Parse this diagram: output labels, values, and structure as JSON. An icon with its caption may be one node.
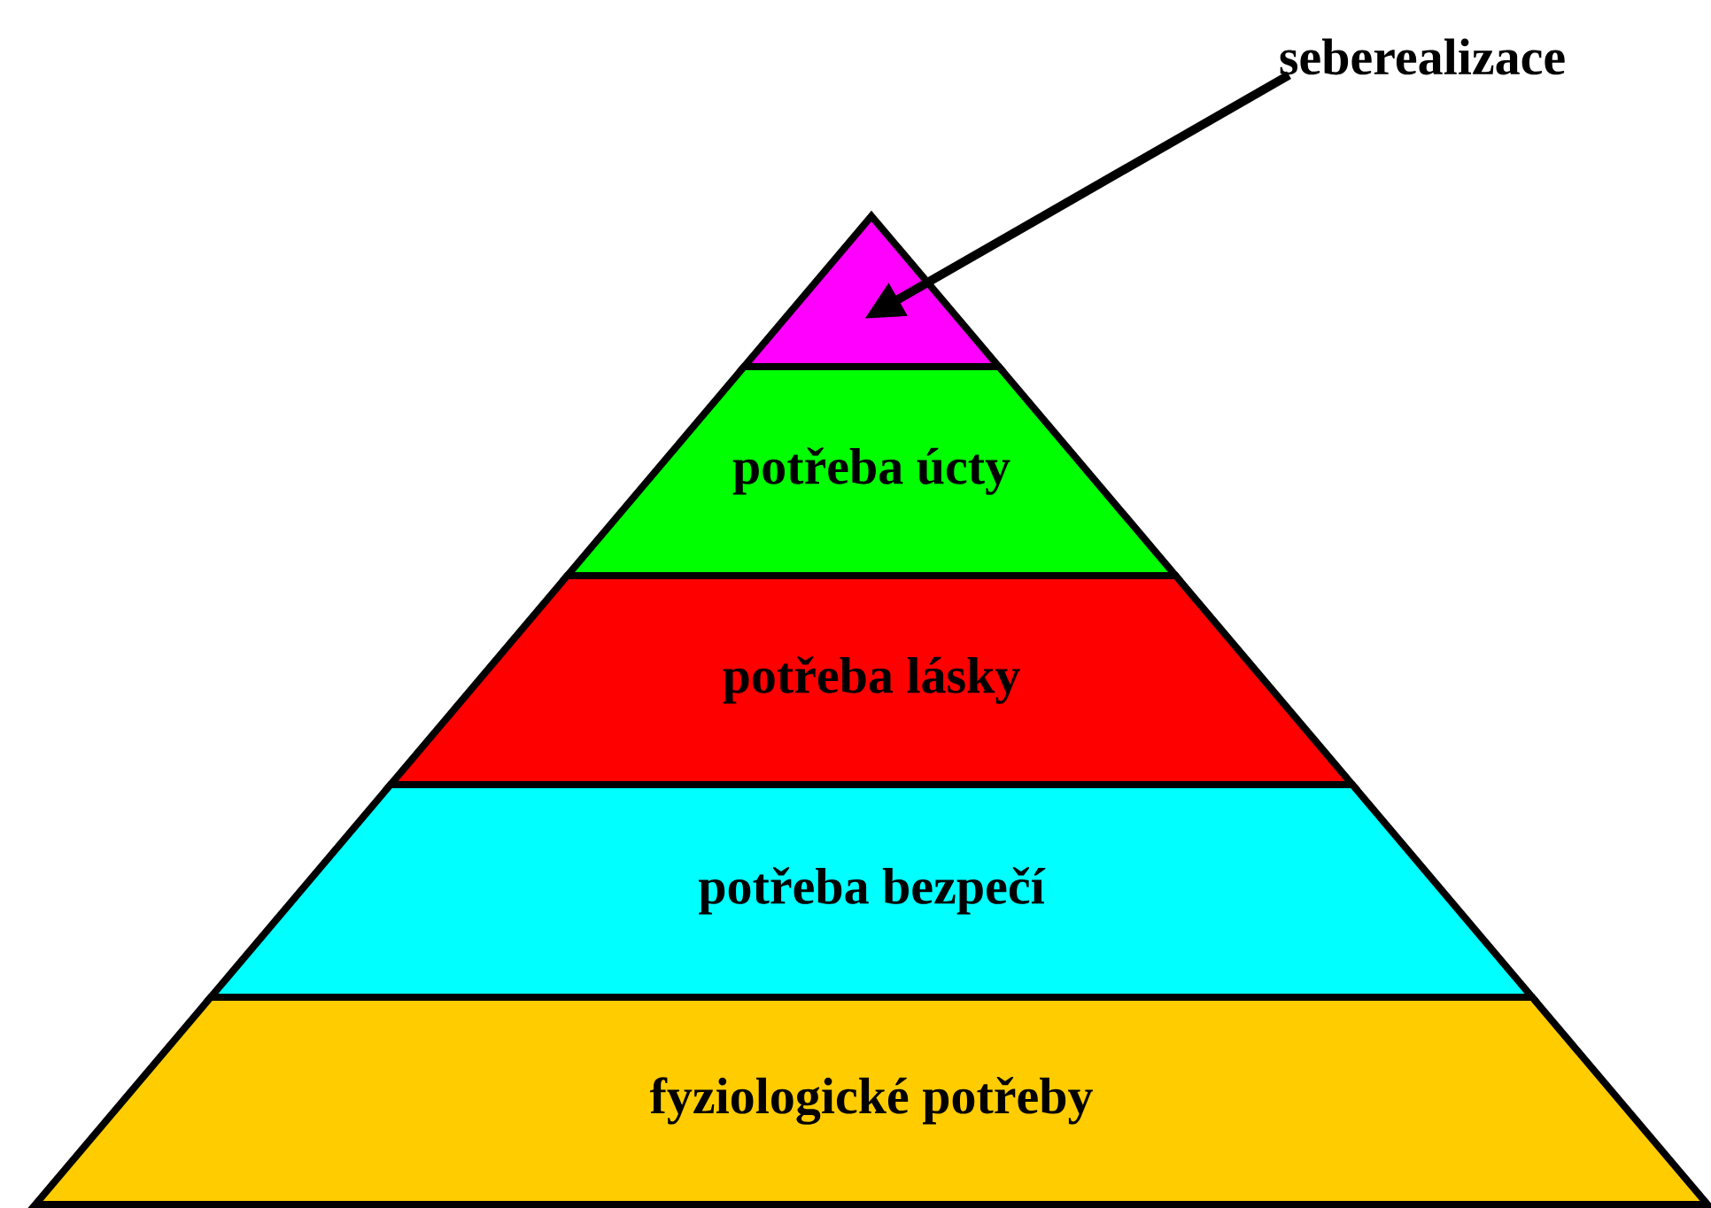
{
  "diagram": {
    "nodes": [
      {
        "text": [
          "seberealizace"
        ]
      },
      {
        "text": [],
        "shape": "triangle"
      },
      {
        "text": [
          "potřeba úcty"
        ]
      },
      {
        "text": [
          "potřeba lásky"
        ]
      },
      {
        "text": [
          "potřeba bezpečí"
        ]
      },
      {
        "text": [
          "fyziologické potřeby"
        ]
      }
    ],
    "edges": [
      {
        "from": 0,
        "to": 1,
        "arrow": "to"
      }
    ]
  }
}
